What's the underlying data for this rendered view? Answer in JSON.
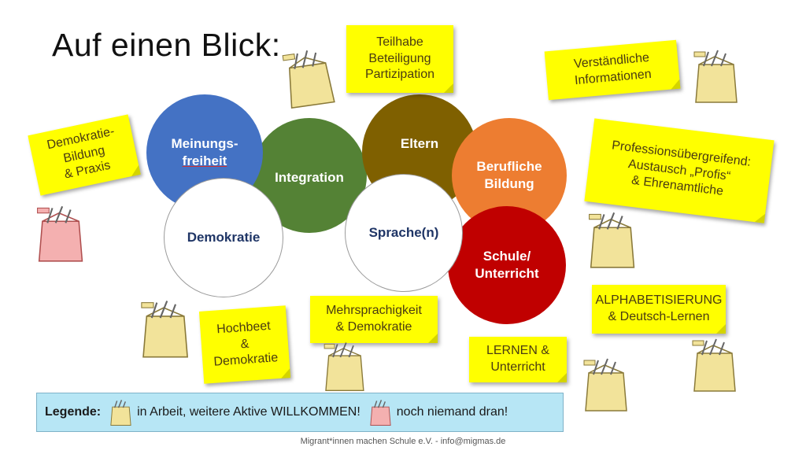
{
  "title": "Auf einen Blick:",
  "notes": {
    "teilhabe": "Teilhabe\nBeteiligung\nPartizipation",
    "verstaendlich": "Verständliche\nInformationen",
    "demokratie_bildung": "Demokratie-\nBildung\n& Praxis",
    "professions": "Professionsübergreifend:\nAustausch „Profis“\n& Ehrenamtliche",
    "hochbeet": "Hochbeet\n&\nDemokratie",
    "mehrsprachigkeit": "Mehrsprachigkeit\n& Demokratie",
    "lernen": "LERNEN &\nUnterricht",
    "alphabetisierung": "ALPHABETISIERUNG\n& Deutsch-Lernen"
  },
  "circles": {
    "meinungs_1": "Meinungs-",
    "meinungs_2": "freiheit",
    "integration": "Integration",
    "eltern": "Eltern",
    "berufliche": "Berufliche\nBildung",
    "demokratie": "Demokratie",
    "sprache": "Sprache(n)",
    "schule": "Schule/\nUnterricht"
  },
  "colors": {
    "blue": "#4472c4",
    "green": "#548235",
    "brown": "#7f6000",
    "orange": "#ed7d31",
    "red": "#c00000",
    "note": "#ffff00",
    "toolbox_yellow": "#f2e39a",
    "toolbox_red": "#f4b0b0"
  },
  "legend": {
    "label": "Legende:",
    "in_work": "in Arbeit, weitere Aktive WILLKOMMEN!",
    "nobody": "noch niemand dran!"
  },
  "footer": "Migrant*innen machen Schule e.V. - info@migmas.de"
}
